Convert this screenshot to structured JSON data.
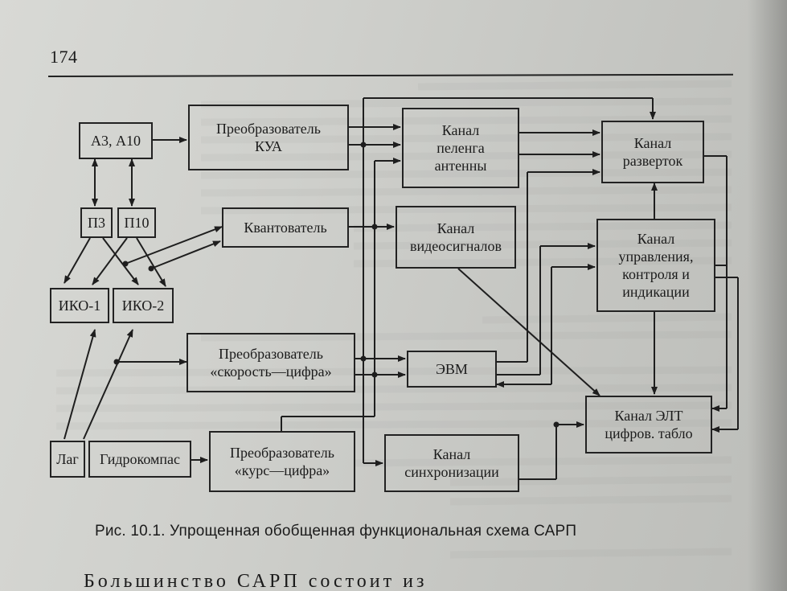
{
  "page_number": "174",
  "caption": "Рис. 10.1. Упрощенная обобщенная функциональная схема САРП",
  "body_text_start": "Большинство САРП состоит из",
  "blocks": {
    "a3a10": "А3, А10",
    "p3": "П3",
    "p10": "П10",
    "iko1": "ИКО-1",
    "iko2": "ИКО-2",
    "lag": "Лаг",
    "gyro": "Гидрокомпас",
    "conv_kua": "Преобразователь\nКУА",
    "quantizer": "Квантователь",
    "conv_speed": "Преобразователь\n«скорость—цифра»",
    "conv_course": "Преобразователь\n«курс—цифра»",
    "ch_bearing": "Канал\nпеленга\nантенны",
    "ch_video": "Канал\nвидеосигналов",
    "evm": "ЭВМ",
    "ch_sync": "Канал\nсинхронизации",
    "ch_sweep": "Канал\nразверток",
    "ch_control": "Канал\nуправления,\nконтроля и\nиндикации",
    "ch_crt": "Канал ЭЛТ\nцифров. табло"
  }
}
